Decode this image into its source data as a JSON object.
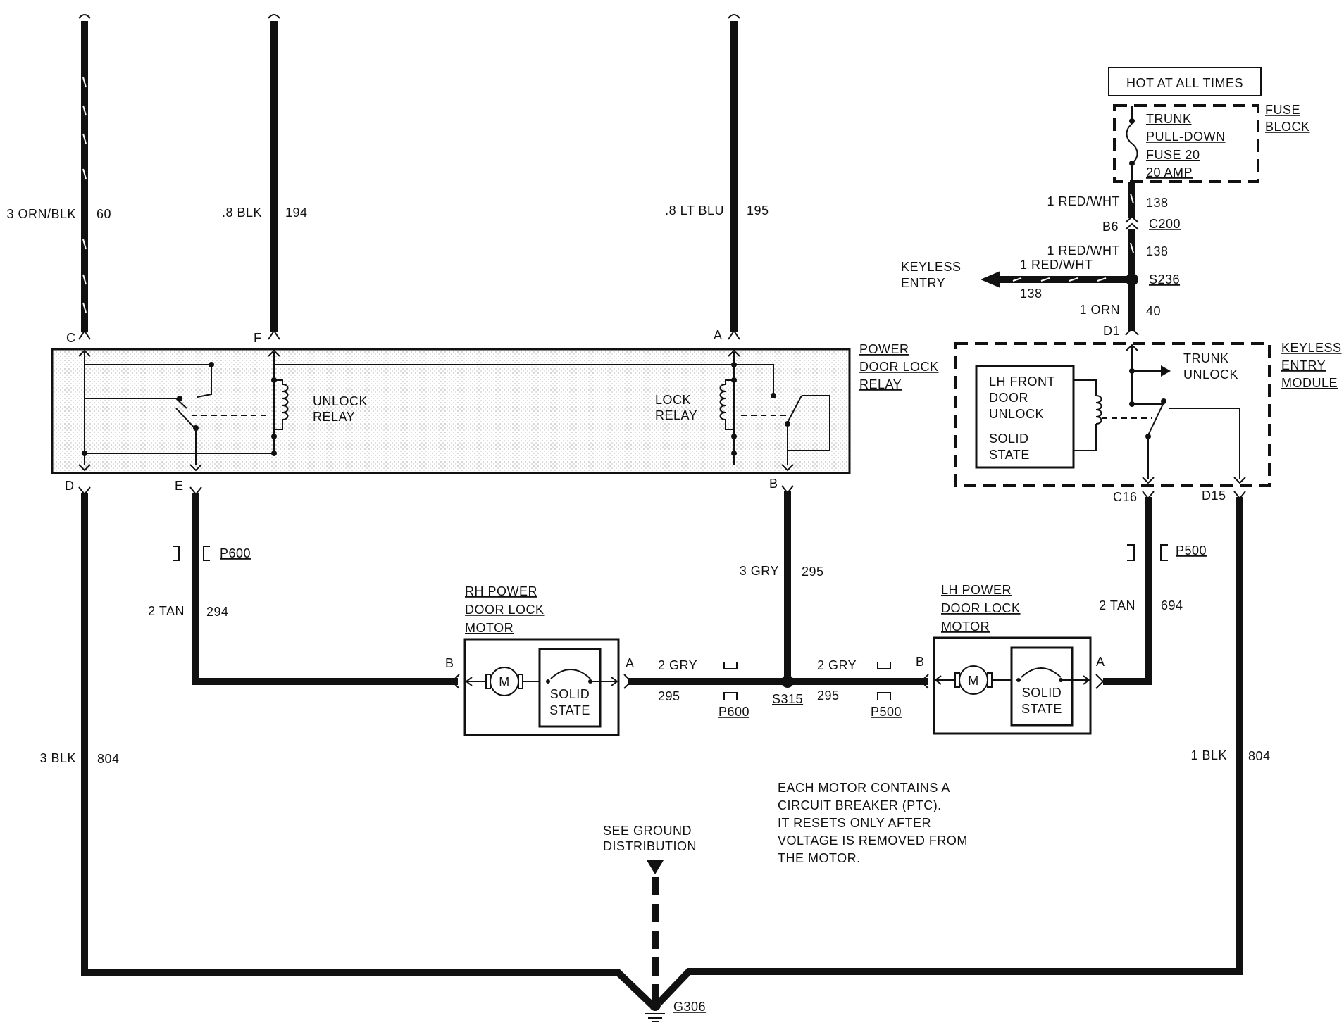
{
  "wires_top": {
    "w60": {
      "label": "3 ORN/BLK",
      "circuit": "60",
      "pin": "C"
    },
    "w194": {
      "label": ".8 BLK",
      "circuit": "194",
      "pin": "F"
    },
    "w195": {
      "label": ".8 LT BLU",
      "circuit": "195",
      "pin": "A"
    }
  },
  "relay": {
    "title_lines": [
      "POWER",
      "DOOR LOCK",
      "RELAY"
    ],
    "unlock_lines": [
      "UNLOCK",
      "RELAY"
    ],
    "lock_lines": [
      "LOCK",
      "RELAY"
    ],
    "pins_bottom": {
      "d": "D",
      "e": "E",
      "b": "B"
    }
  },
  "fuse": {
    "hot_label": "HOT AT ALL TIMES",
    "lines": [
      "TRUNK",
      "PULL-DOWN",
      "FUSE 20",
      "20 AMP"
    ],
    "block_lines": [
      "FUSE",
      "BLOCK"
    ]
  },
  "right_feed": {
    "w138a": {
      "label": "1 RED/WHT",
      "circuit": "138"
    },
    "c200": {
      "pin": "B6",
      "connector": "C200"
    },
    "w138b": {
      "label": "1 RED/WHT",
      "circuit": "138"
    },
    "s236": "S236",
    "keyless_arrow": {
      "lines": [
        "KEYLESS",
        "ENTRY"
      ],
      "label": "1 RED/WHT",
      "circuit": "138"
    },
    "w40": {
      "label": "1 ORN",
      "circuit": "40",
      "pin": "D1"
    }
  },
  "kem": {
    "title_lines": [
      "KEYLESS",
      "ENTRY",
      "MODULE"
    ],
    "trunk_lines": [
      "TRUNK",
      "UNLOCK"
    ],
    "inner_lines": [
      "LH FRONT",
      "DOOR",
      "UNLOCK",
      "SOLID",
      "STATE"
    ],
    "pins": {
      "c16": "C16",
      "d15": "D15"
    }
  },
  "connectors": {
    "p600": "P600",
    "p500": "P500",
    "s315": "S315",
    "g306": "G306"
  },
  "mid_wires": {
    "w294": {
      "label": "2 TAN",
      "circuit": "294"
    },
    "w295v": {
      "label": "3 GRY",
      "circuit": "295"
    },
    "w694": {
      "label": "2 TAN",
      "circuit": "694"
    },
    "w295l": {
      "label": "2 GRY",
      "circuit": "295"
    },
    "w295r": {
      "label": "2 GRY",
      "circuit": "295"
    },
    "w804l": {
      "label": "3 BLK",
      "circuit": "804"
    },
    "w804r": {
      "label": "1 BLK",
      "circuit": "804"
    }
  },
  "rh_motor": {
    "title_lines": [
      "RH POWER",
      "DOOR LOCK",
      "MOTOR"
    ],
    "pin_b": "B",
    "pin_a": "A",
    "motor_symbol": "M",
    "ss_lines": [
      "SOLID",
      "STATE"
    ]
  },
  "lh_motor": {
    "title_lines": [
      "LH POWER",
      "DOOR LOCK",
      "MOTOR"
    ],
    "pin_b": "B",
    "pin_a": "A",
    "motor_symbol": "M",
    "ss_lines": [
      "SOLID",
      "STATE"
    ]
  },
  "ground": {
    "see_lines": [
      "SEE GROUND",
      "DISTRIBUTION"
    ]
  },
  "note_lines": [
    "EACH MOTOR CONTAINS A",
    "CIRCUIT BREAKER (PTC).",
    "IT RESETS ONLY AFTER",
    "VOLTAGE IS REMOVED FROM",
    "THE MOTOR."
  ]
}
